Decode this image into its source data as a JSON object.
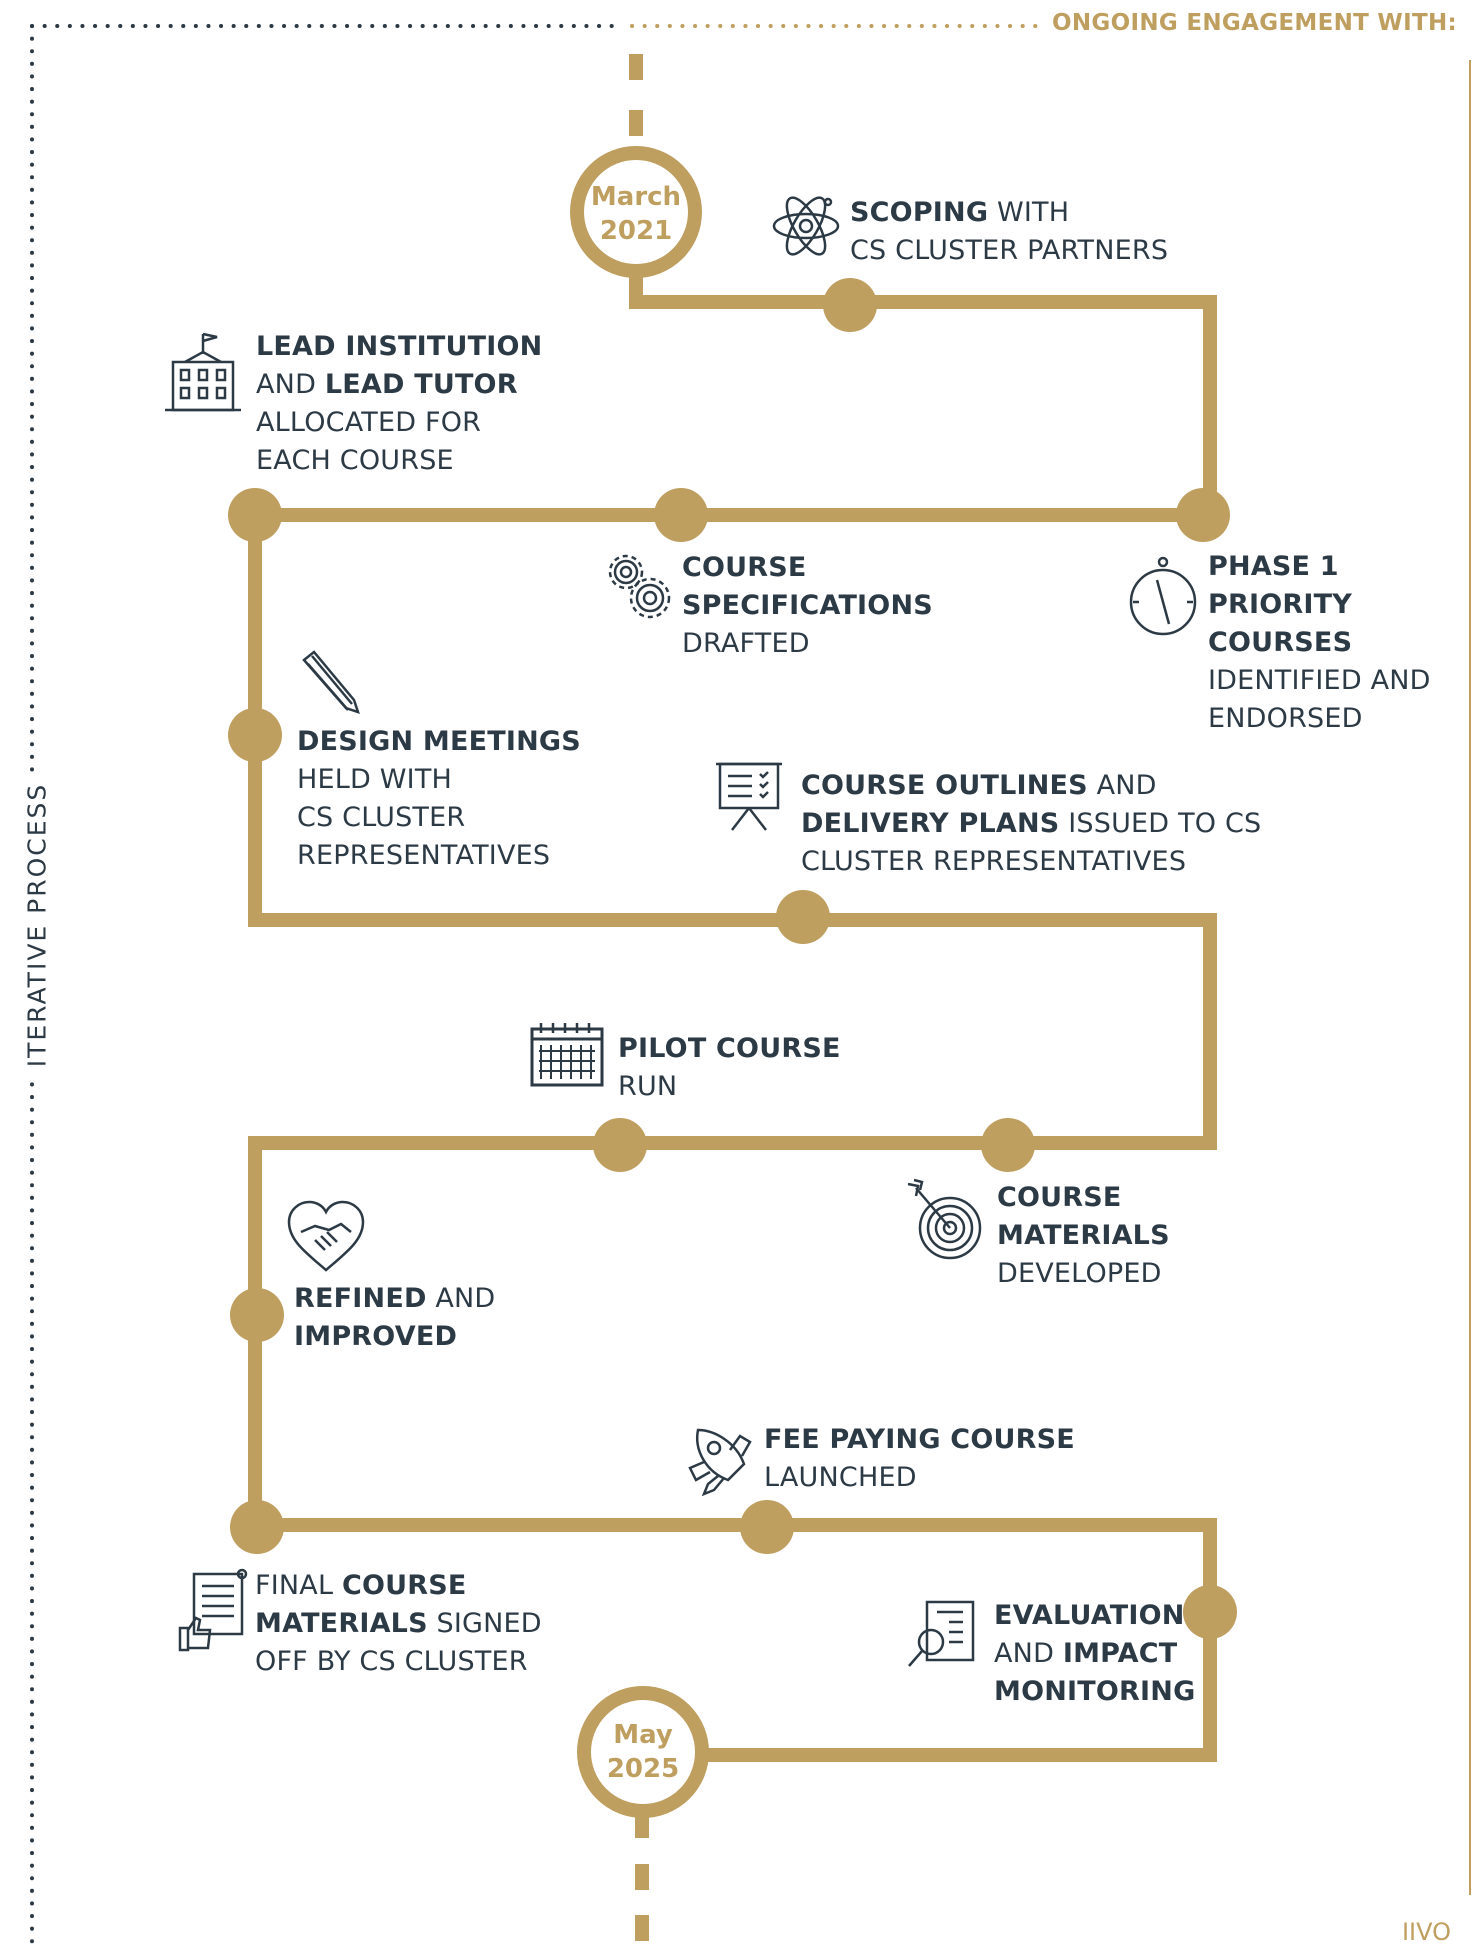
{
  "header": {
    "engagement_label": "ONGOING ENGAGEMENT WITH:"
  },
  "side_label": "ITERATIVE PROCESS",
  "corner_fragment": "IIVO",
  "colors": {
    "gold": "#bf9f5f",
    "text": "#2c3a45",
    "background": "#ffffff"
  },
  "start_date": {
    "month": "March",
    "year": "2021"
  },
  "end_date": {
    "month": "May",
    "year": "2025"
  },
  "steps": [
    {
      "id": "scoping",
      "icon": "atom-icon",
      "lines": [
        [
          {
            "t": "SCOPING",
            "b": true
          },
          {
            "t": " WITH",
            "b": false
          }
        ],
        [
          {
            "t": "CS CLUSTER PARTNERS",
            "b": false
          }
        ]
      ]
    },
    {
      "id": "lead-institution",
      "icon": "institution-building-icon",
      "lines": [
        [
          {
            "t": "LEAD INSTITUTION",
            "b": true
          }
        ],
        [
          {
            "t": "AND ",
            "b": false
          },
          {
            "t": "LEAD TUTOR",
            "b": true
          }
        ],
        [
          {
            "t": "ALLOCATED FOR",
            "b": false
          }
        ],
        [
          {
            "t": "EACH COURSE",
            "b": false
          }
        ]
      ]
    },
    {
      "id": "course-specifications",
      "icon": "gears-icon",
      "lines": [
        [
          {
            "t": "COURSE",
            "b": true
          }
        ],
        [
          {
            "t": "SPECIFICATIONS",
            "b": true
          }
        ],
        [
          {
            "t": "DRAFTED",
            "b": false
          }
        ]
      ]
    },
    {
      "id": "phase-1",
      "icon": "compass-icon",
      "lines": [
        [
          {
            "t": "PHASE 1",
            "b": true
          }
        ],
        [
          {
            "t": "PRIORITY",
            "b": true
          }
        ],
        [
          {
            "t": "COURSES",
            "b": true
          }
        ],
        [
          {
            "t": "IDENTIFIED AND",
            "b": false
          }
        ],
        [
          {
            "t": "ENDORSED",
            "b": false
          }
        ]
      ]
    },
    {
      "id": "design-meetings",
      "icon": "pencil-icon",
      "lines": [
        [
          {
            "t": "DESIGN MEETINGS",
            "b": true
          }
        ],
        [
          {
            "t": "HELD WITH",
            "b": false
          }
        ],
        [
          {
            "t": "CS CLUSTER",
            "b": false
          }
        ],
        [
          {
            "t": "REPRESENTATIVES",
            "b": false
          }
        ]
      ]
    },
    {
      "id": "course-outlines",
      "icon": "presentation-board-icon",
      "lines": [
        [
          {
            "t": "COURSE OUTLINES",
            "b": true
          },
          {
            "t": " AND",
            "b": false
          }
        ],
        [
          {
            "t": "DELIVERY PLANS",
            "b": true
          },
          {
            "t": " ISSUED TO CS",
            "b": false
          }
        ],
        [
          {
            "t": "CLUSTER REPRESENTATIVES",
            "b": false
          }
        ]
      ]
    },
    {
      "id": "pilot-course",
      "icon": "calendar-icon",
      "lines": [
        [
          {
            "t": "PILOT COURSE",
            "b": true
          }
        ],
        [
          {
            "t": "RUN",
            "b": false
          }
        ]
      ]
    },
    {
      "id": "course-materials",
      "icon": "target-icon",
      "lines": [
        [
          {
            "t": "COURSE",
            "b": true
          }
        ],
        [
          {
            "t": "MATERIALS",
            "b": true
          }
        ],
        [
          {
            "t": "DEVELOPED",
            "b": false
          }
        ]
      ]
    },
    {
      "id": "refined",
      "icon": "heart-handshake-icon",
      "lines": [
        [
          {
            "t": "REFINED",
            "b": true
          },
          {
            "t": " AND",
            "b": false
          }
        ],
        [
          {
            "t": "IMPROVED",
            "b": true
          }
        ]
      ]
    },
    {
      "id": "fee-paying",
      "icon": "rocket-icon",
      "lines": [
        [
          {
            "t": "FEE PAYING COURSE",
            "b": true
          }
        ],
        [
          {
            "t": "LAUNCHED",
            "b": false
          }
        ]
      ]
    },
    {
      "id": "final-materials",
      "icon": "document-thumbs-up-icon",
      "lines": [
        [
          {
            "t": "FINAL ",
            "b": false
          },
          {
            "t": "COURSE",
            "b": true
          }
        ],
        [
          {
            "t": "MATERIALS",
            "b": true
          },
          {
            "t": " SIGNED",
            "b": false
          }
        ],
        [
          {
            "t": "OFF BY CS CLUSTER",
            "b": false
          }
        ]
      ]
    },
    {
      "id": "evaluation",
      "icon": "magnifier-report-icon",
      "lines": [
        [
          {
            "t": "EVALUATION",
            "b": true
          }
        ],
        [
          {
            "t": "AND ",
            "b": false
          },
          {
            "t": "IMPACT",
            "b": true
          }
        ],
        [
          {
            "t": "MONITORING",
            "b": true
          }
        ]
      ]
    }
  ]
}
